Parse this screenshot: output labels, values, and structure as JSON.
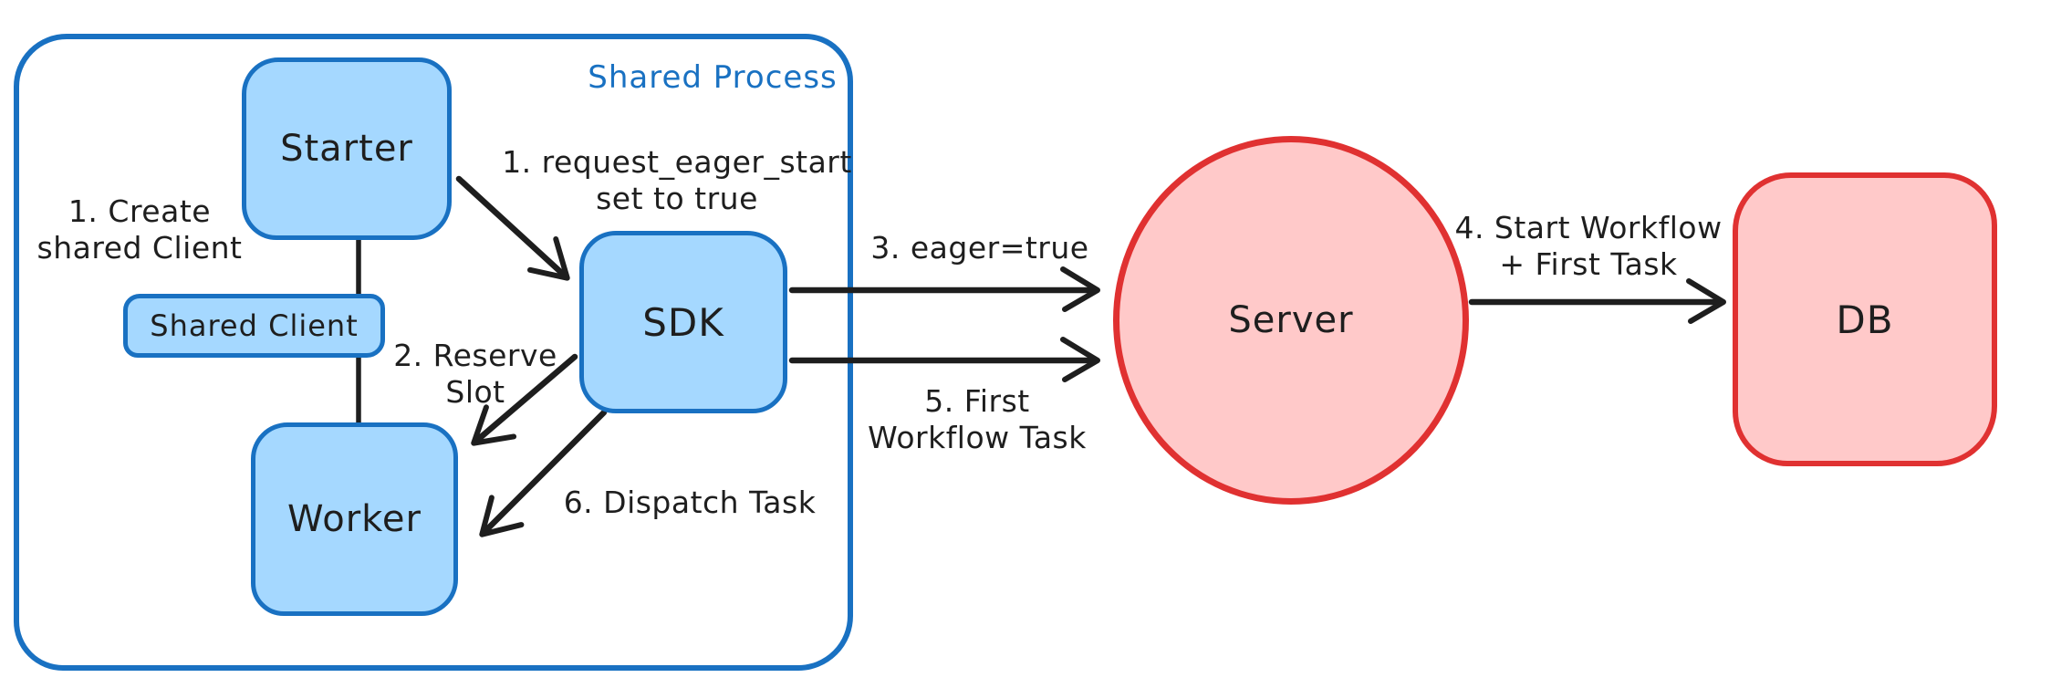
{
  "container": {
    "label": "Shared Process"
  },
  "nodes": {
    "starter": {
      "label": "Starter",
      "fill": "#a5d8ff",
      "stroke": "#1971c2",
      "shape": "rounded-rect"
    },
    "shared_client": {
      "label": "Shared Client",
      "fill": "#a5d8ff",
      "stroke": "#1971c2",
      "shape": "rounded-rect"
    },
    "worker": {
      "label": "Worker",
      "fill": "#a5d8ff",
      "stroke": "#1971c2",
      "shape": "rounded-rect"
    },
    "sdk": {
      "label": "SDK",
      "fill": "#a5d8ff",
      "stroke": "#1971c2",
      "shape": "rounded-rect"
    },
    "server": {
      "label": "Server",
      "fill": "#ffc9c9",
      "stroke": "#e03131",
      "shape": "ellipse"
    },
    "db": {
      "label": "DB",
      "fill": "#ffc9c9",
      "stroke": "#e03131",
      "shape": "rounded-rect"
    }
  },
  "annotations": {
    "create_client": {
      "line1": "1. Create",
      "line2": "shared Client"
    },
    "request_eager": {
      "line1": "1. request_eager_start",
      "line2": "set to true"
    },
    "reserve_slot": {
      "line1": "2. Reserve",
      "line2": "Slot"
    },
    "dispatch_task": {
      "line1": "6. Dispatch Task"
    },
    "eager_true": {
      "line1": "3. eager=true"
    },
    "first_workflow_task": {
      "line1": "5. First",
      "line2": "Workflow Task"
    },
    "start_workflow": {
      "line1": "4. Start Workflow",
      "line2": "+ First Task"
    }
  },
  "edges": [
    {
      "from": "starter",
      "to": "shared_client",
      "type": "line",
      "annotation": "create_client"
    },
    {
      "from": "shared_client",
      "to": "worker",
      "type": "line",
      "annotation": "create_client"
    },
    {
      "from": "starter",
      "to": "sdk",
      "type": "arrow",
      "annotation": "request_eager"
    },
    {
      "from": "sdk",
      "to": "worker",
      "type": "arrow",
      "annotation": "reserve_slot"
    },
    {
      "from": "sdk",
      "to": "worker",
      "type": "arrow",
      "annotation": "dispatch_task"
    },
    {
      "from": "sdk",
      "to": "server",
      "type": "arrow",
      "annotation": "eager_true"
    },
    {
      "from": "sdk",
      "to": "server",
      "type": "arrow",
      "annotation": "first_workflow_task"
    },
    {
      "from": "server",
      "to": "db",
      "type": "arrow",
      "annotation": "start_workflow"
    }
  ],
  "colors": {
    "blue_stroke": "#1971c2",
    "blue_fill": "#a5d8ff",
    "red_stroke": "#e03131",
    "red_fill": "#ffc9c9",
    "arrow": "#1e1e1e",
    "text": "#1e1e1e",
    "canvas": "#ffffff"
  }
}
